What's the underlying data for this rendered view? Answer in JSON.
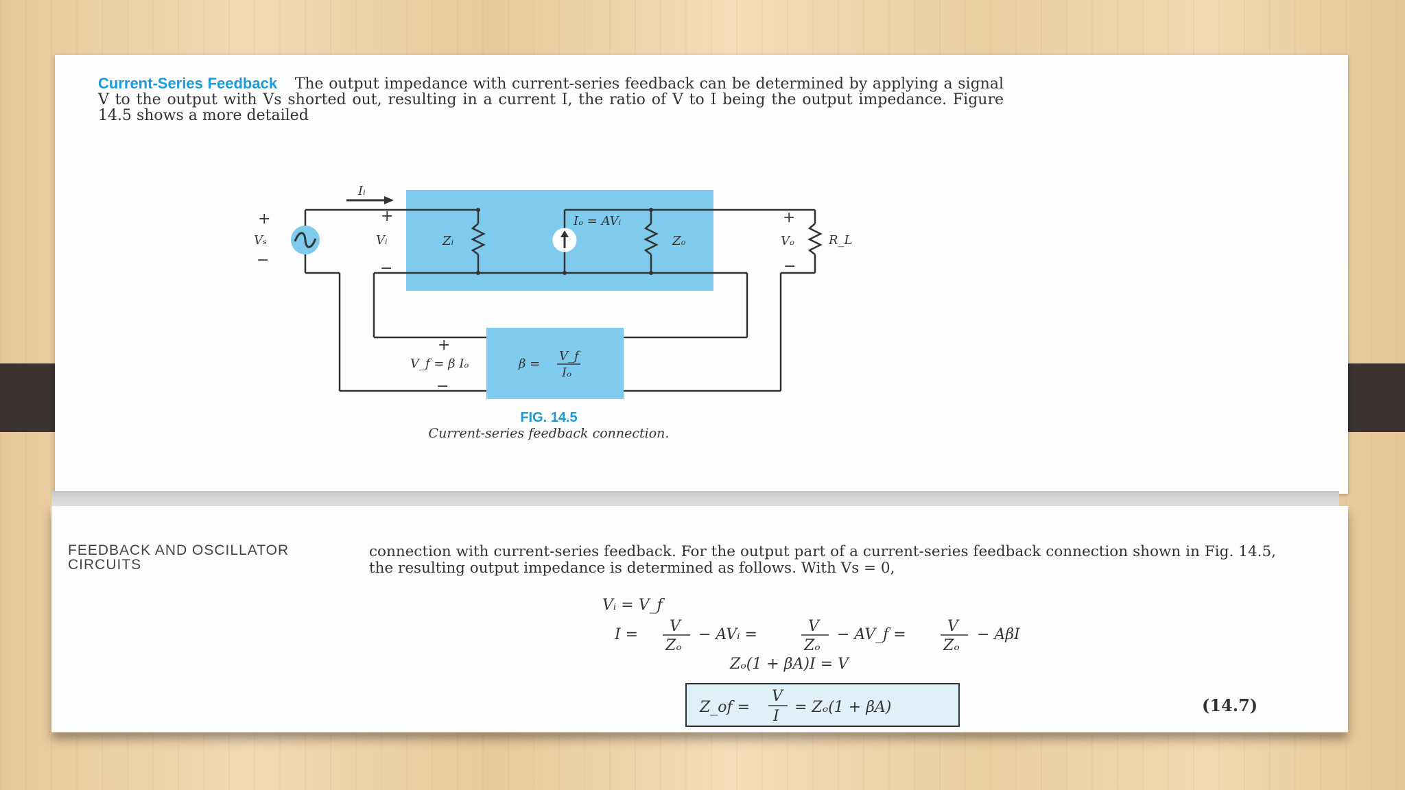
{
  "page": {
    "intro_heading": "Current-Series Feedback",
    "intro_text": "The output impedance with current-series feedback can be determined by applying a signal V to the output with Vs shorted out, resulting in a current I, the ratio of V to I being the output impedance. Figure 14.5 shows a more detailed",
    "figure": {
      "title": "FIG. 14.5",
      "caption": "Current-series feedback connection.",
      "labels": {
        "is": "Iᵢ",
        "vs": "Vₛ",
        "vi": "Vᵢ",
        "zi": "Zᵢ",
        "io": "Iₒ = AVᵢ",
        "zo": "Zₒ",
        "vo": "Vₒ",
        "rl": "R_L",
        "vf": "V_f = β Iₒ",
        "beta": "β =",
        "beta_num": "V_f",
        "beta_den": "Iₒ",
        "plus": "+",
        "minus": "−"
      }
    },
    "chapter_label": "FEEDBACK AND OSCILLATOR CIRCUITS",
    "body_text": "connection with current-series feedback. For the output part of a current-series feedback connection shown in Fig. 14.5, the resulting output impedance is determined as follows. With Vs = 0,",
    "equations": {
      "eq1": "Vᵢ = V_f",
      "eq2_lhs": "I =",
      "eq2_f1_num": "V",
      "eq2_f1_den": "Zₒ",
      "eq2_mid1": "− AVᵢ =",
      "eq2_f2_num": "V",
      "eq2_f2_den": "Zₒ",
      "eq2_mid2": "− AV_f =",
      "eq2_f3_num": "V",
      "eq2_f3_den": "Zₒ",
      "eq2_tail": "− AβI",
      "eq3": "Zₒ(1 + βA)I = V",
      "boxed_lhs": "Z_of =",
      "boxed_num": "V",
      "boxed_den": "I",
      "boxed_rhs": "= Zₒ(1 + βA)",
      "number": "(14.7)"
    }
  },
  "colors": {
    "accent_blue": "#1a9ad6",
    "block_fill": "#7ecbee",
    "text": "#333333",
    "band": "#3a3330"
  }
}
